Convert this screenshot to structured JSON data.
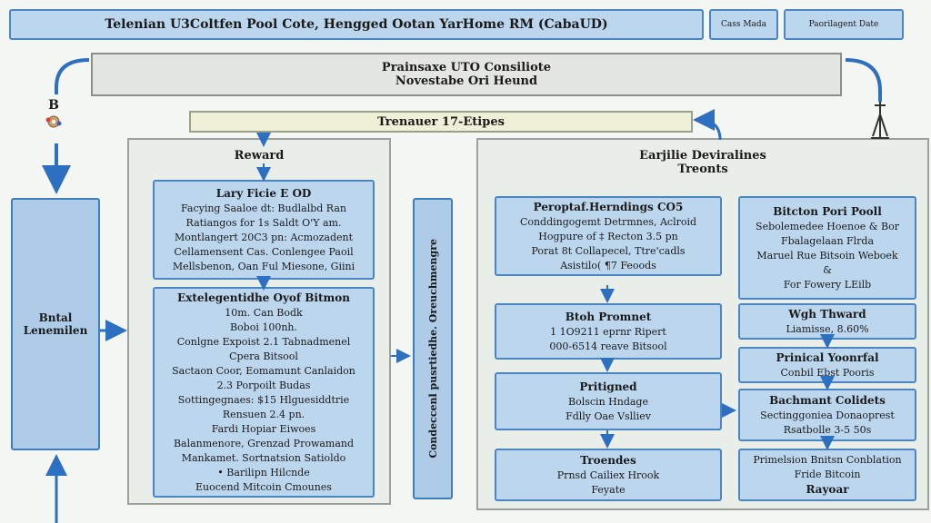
{
  "header": {
    "title": "Telenian U3Coltfen Pool Cote, Hengged Ootan YarHome RM (CabaUD)",
    "btn_left": "Cass Mada",
    "btn_right": "Paorilagent Date"
  },
  "subtitle": {
    "line1": "Prainsaxe UTO Consiliote",
    "line2": "Novestabe Ori Heund"
  },
  "stage": {
    "label": "Trenauer 17-Etipes"
  },
  "left_icon": {
    "label": "B"
  },
  "left_block": {
    "line1": "Bntal",
    "line2": "Lenemilen"
  },
  "reward": {
    "title": "Reward",
    "box1": {
      "title": "Lary Ficie E OD",
      "lines": [
        "Facying Saaloe dt: Budlalbd Ran",
        "Ratiangos for 1s Saldt O'Y am.",
        "Montlangert 20C3 pn: Acmozadent",
        "Cellamensent Cas. Conlengee Paoil",
        "Mellsbenon, Oan Ful Miesone, Giini"
      ]
    },
    "box2": {
      "title": "Extelegentidhe Oyof Bitmon",
      "lines": [
        "10m. Can Bodk",
        "Boboi 100nh.",
        "Conlgne Expoist 2.1 Tabnadmenel",
        "Cpera Bitsool",
        "Sactaon Coor, Eomamunt Canlaidon",
        "2.3 Porpoilt Budas",
        "Sottingegnaes: $15 Hlguesiddtrie",
        "Rensuen 2.4 pn.",
        "Fardi Hopiar Eiwoes",
        "Balanmenore, Grenzad Prowamand",
        "Mankamet. Sortnatsion Satioldo",
        "• Barilipn Hilcnde",
        "Euocend Mitcoin Cmounes"
      ]
    },
    "vertical": "Condeccenl pusrtiedhe. Oreuchmengre"
  },
  "right_panel": {
    "title_line1": "Earjilie Deviralines",
    "title_line2": "Treonts",
    "col1": [
      {
        "title": "Peroptaf.Herndings CO5",
        "lines": [
          "Conddingogemt Detrmnes, Aclroid",
          "Hogpure of ‡ Recton 3.5 pn",
          "Porat 8t Collapecel, Ttre'cadls",
          "Asistilo( ¶7 Feoods"
        ]
      },
      {
        "title": "Btoh Promnet",
        "lines": [
          "1 1O9211 eprnr Ripert",
          "000-6514 reave Bitsool"
        ]
      },
      {
        "title": "Pritigned",
        "lines": [
          "Bolscin Hndage",
          "Fdlly Oae Vslliev"
        ]
      },
      {
        "title": "Troendes",
        "lines": [
          "Prnsd Cailiex Hrook",
          "Feyate"
        ]
      }
    ],
    "col2": [
      {
        "title": "Bitcton Pori Pooll",
        "lines": [
          "Sebolemedee Hoenoe & Bor",
          "Fbalagelaan Flrda",
          "Maruel Rue Bitsoin Weboek",
          "&",
          "For Fowery LEilb"
        ]
      },
      {
        "title": "Wgh Thward",
        "lines": [
          "Liamisse, 8.60%"
        ]
      },
      {
        "title": "Prinical Yoonrfal",
        "lines": [
          "Conbil Ebst Pooris"
        ]
      },
      {
        "title": "Bachmant Colidets",
        "lines": [
          "Sectinggoniea Donaoprest",
          "Rsatbolle 3-5 50s"
        ]
      },
      {
        "title": "",
        "lines": [
          "Primelsion Bnitsn Conblation",
          "Fride Bitcoin",
          "Rayoar"
        ]
      }
    ]
  }
}
